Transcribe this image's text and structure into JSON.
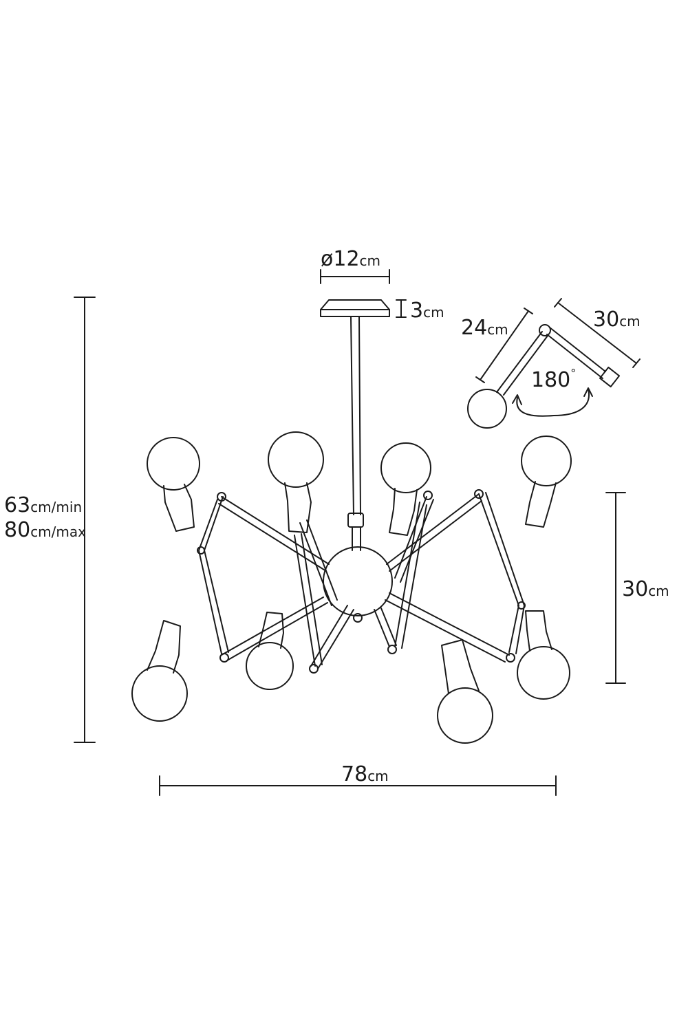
{
  "colors": {
    "stroke": "#1a1a1a",
    "background": "#ffffff"
  },
  "dimensions": {
    "canopy_diameter": {
      "symbol": "ø",
      "value": "12",
      "unit": "cm"
    },
    "canopy_height": {
      "value": "3",
      "unit": "cm"
    },
    "arm_inner_length": {
      "value": "24",
      "unit": "cm"
    },
    "arm_outer_length": {
      "value": "30",
      "unit": "cm"
    },
    "arm_rotation": {
      "value": "180",
      "unit": "°"
    },
    "overall_height_min": {
      "value": "63",
      "unit": "cm/min"
    },
    "overall_height_max": {
      "value": "80",
      "unit": "cm/max"
    },
    "body_height": {
      "value": "30",
      "unit": "cm"
    },
    "overall_width": {
      "value": "78",
      "unit": "cm"
    }
  }
}
